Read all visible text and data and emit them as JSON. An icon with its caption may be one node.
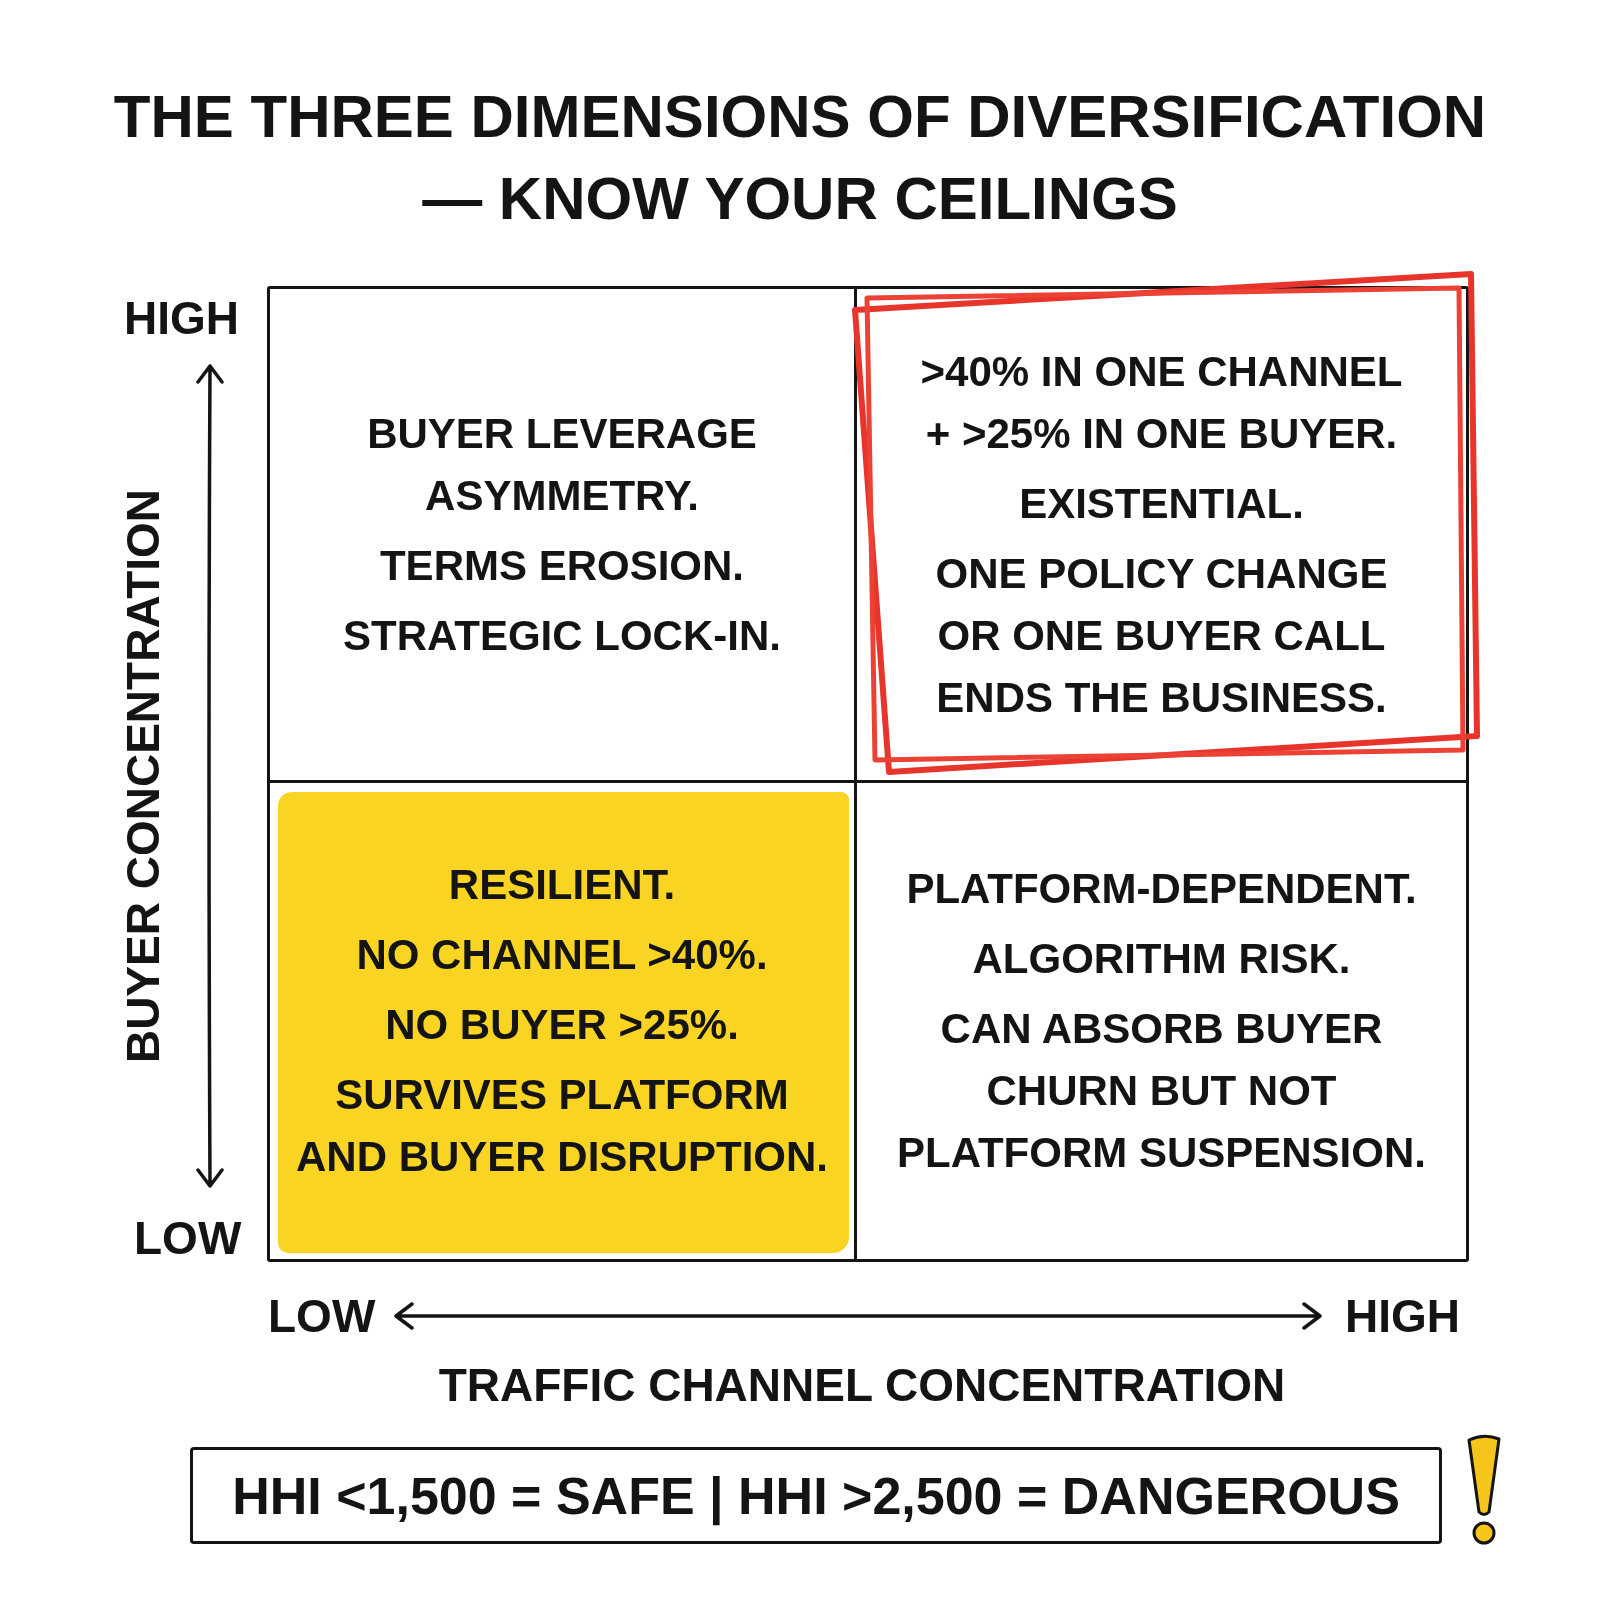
{
  "diagram": {
    "title": "THE THREE DIMENSIONS OF DIVERSIFICATION — KNOW YOUR CEILINGS",
    "nodes": [
      {
        "text": [
          "BUYER LEVERAGE ASYMMETRY.",
          "TERMS EROSION.",
          "STRATEGIC LOCK-IN."
        ]
      },
      {
        "text": [
          ">40% IN ONE CHANNEL + >25% IN ONE BUYER.",
          "EXISTENTIAL.",
          "ONE POLICY CHANGE OR ONE BUYER CALL ENDS THE BUSINESS."
        ]
      },
      {
        "text": [
          "RESILIENT.",
          "NO CHANNEL >40%.",
          "NO BUYER >25%.",
          "SURVIVES PLATFORM AND BUYER DISRUPTION."
        ]
      },
      {
        "text": [
          "PLATFORM-DEPENDENT.",
          "ALGORITHM RISK.",
          "CAN ABSORB BUYER CHURN BUT NOT PLATFORM SUSPENSION."
        ]
      },
      {
        "text": [
          "HHI <1,500 = SAFE | HHI >2,500 = DANGEROUS"
        ]
      }
    ],
    "labels": [
      "HIGH",
      "BUYER CONCENTRATION",
      "LOW",
      "LOW",
      "HIGH",
      "TRAFFIC CHANNEL CONCENTRATION"
    ]
  }
}
